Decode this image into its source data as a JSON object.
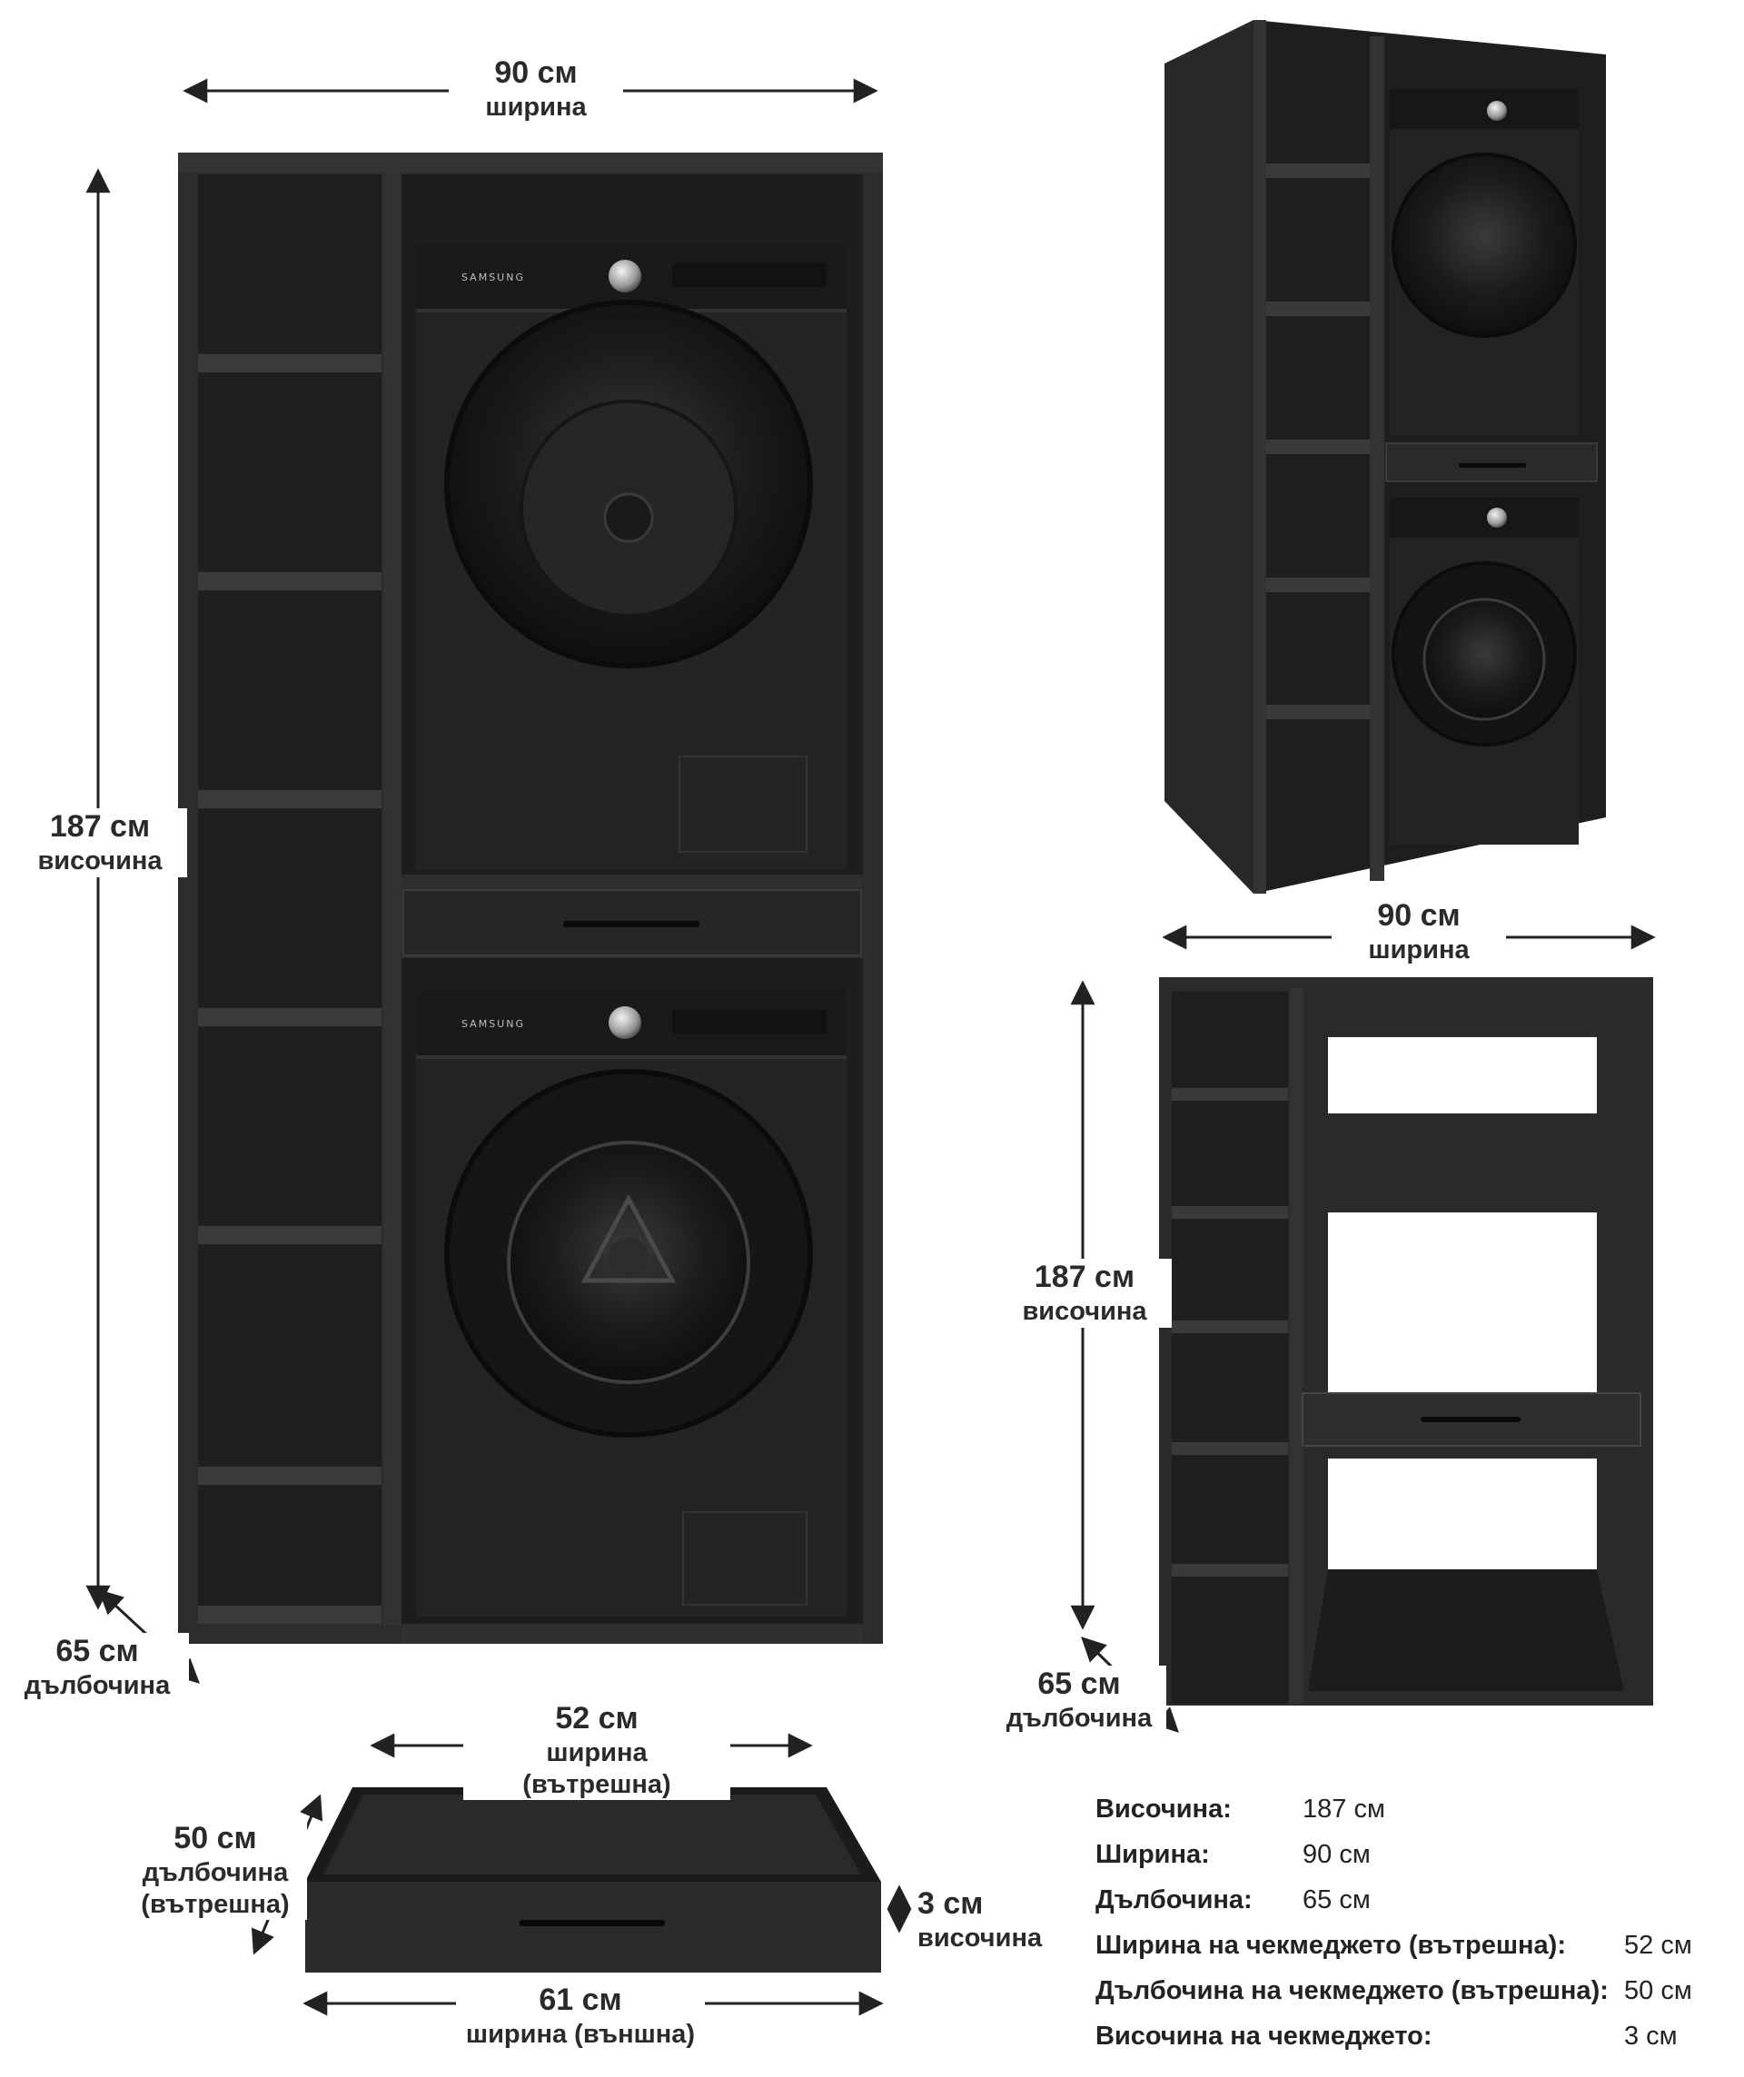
{
  "main_view": {
    "width": {
      "value": "90 см",
      "label": "ширина"
    },
    "height": {
      "value": "187 см",
      "label": "височина"
    },
    "depth": {
      "value": "65 см",
      "label": "дълбочина"
    },
    "brand_top": "SAMSUNG",
    "brand_bottom": "SAMSUNG"
  },
  "empty_view": {
    "width": {
      "value": "90 см",
      "label": "ширина"
    },
    "height": {
      "value": "187 см",
      "label": "височина"
    },
    "depth": {
      "value": "65 см",
      "label": "дълбочина"
    }
  },
  "drawer_view": {
    "inner_width": {
      "value": "52 см",
      "label": "ширина (вътрешна)"
    },
    "inner_depth": {
      "value": "50 см",
      "label1": "дълбочина",
      "label2": "(вътрешна)"
    },
    "height": {
      "value": "3 см",
      "label": "височина"
    },
    "outer_width": {
      "value": "61 см",
      "label": "ширина (външна)"
    }
  },
  "specs": [
    {
      "label": "Височина:",
      "value": "187 см"
    },
    {
      "label": "Ширина:",
      "value": "90 см"
    },
    {
      "label": "Дълбочина:",
      "value": "65 см"
    },
    {
      "label": "Ширина на чекмеджето (вътрешна):",
      "value": "52 см"
    },
    {
      "label": "Дълбочина на чекмеджето (вътрешна):",
      "value": "50 см"
    },
    {
      "label": "Височина на чекмеджето:",
      "value": "3 см"
    }
  ]
}
